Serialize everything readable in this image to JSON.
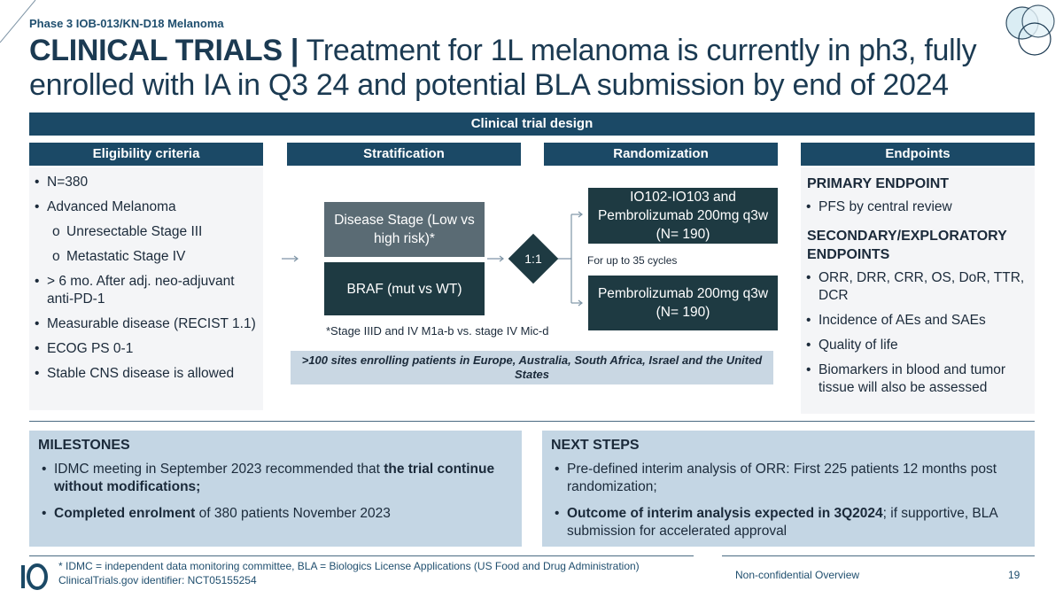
{
  "header": {
    "subtitle": "Phase 3  IOB-013/KN-D18 Melanoma",
    "title_bold": "CLINICAL TRIALS |",
    "title_rest": " Treatment for 1L melanoma is currently in ph3, fully enrolled with IA in Q3 24 and potential BLA submission by end of 2024"
  },
  "design_bar": "Clinical trial design",
  "columns": {
    "eligibility": "Eligibility criteria",
    "stratification": "Stratification",
    "randomization": "Randomization",
    "endpoints": "Endpoints"
  },
  "eligibility": {
    "items": [
      "N=380",
      "Advanced Melanoma",
      "Unresectable Stage III",
      "Metastatic Stage IV",
      "> 6 mo. After adj. neo-adjuvant anti-PD-1",
      "Measurable disease (RECIST 1.1)",
      "ECOG PS 0-1",
      "Stable CNS disease is allowed"
    ]
  },
  "stratification": {
    "box1": "Disease Stage (Low vs high risk)*",
    "box2": "BRAF (mut vs WT)",
    "note": "*Stage IIID and IV M1a-b vs. stage IV Mic-d"
  },
  "randomization": {
    "ratio": "1:1",
    "arm1": "IO102-IO103 and Pembrolizumab 200mg q3w (N= 190)",
    "arm2": "Pembrolizumab 200mg q3w (N= 190)",
    "cycles": "For up to 35 cycles"
  },
  "sites": ">100 sites enrolling patients in Europe, Australia, South Africa, Israel and the United States",
  "endpoints": {
    "primary_head": "PRIMARY ENDPOINT",
    "primary_items": [
      "PFS by central review"
    ],
    "secondary_head": "SECONDARY/EXPLORATORY ENDPOINTS",
    "secondary_items": [
      "ORR, DRR, CRR, OS, DoR, TTR, DCR",
      "Incidence of AEs and SAEs",
      "Quality of life",
      "Biomarkers in blood and tumor tissue will also be assessed"
    ]
  },
  "milestones": {
    "heading": "MILESTONES",
    "item1_a": "IDMC meeting in September 2023 recommended that ",
    "item1_b": "the trial continue without modifications;",
    "item2_a": "Completed enrolment",
    "item2_b": " of 380 patients November 2023"
  },
  "next_steps": {
    "heading": "NEXT STEPS",
    "item1": "Pre-defined interim analysis of ORR: First 225 patients 12 months post randomization;",
    "item2_a": "Outcome of interim analysis expected in 3Q2024",
    "item2_b": "; if supportive, BLA submission for accelerated approval"
  },
  "footer": {
    "note1": "* IDMC = independent data monitoring committee, BLA = Biologics License Applications (US Food and Drug Administration)",
    "note2": "ClinicalTrials.gov identifier: NCT05155254",
    "classification": "Non-confidential Overview",
    "page": "19"
  },
  "colors": {
    "navy": "#1b4966",
    "dark_box": "#1e3a42",
    "grey_box": "#5a6b74",
    "light_blue": "#c4d6e4",
    "panel_grey": "#f4f5f7"
  }
}
